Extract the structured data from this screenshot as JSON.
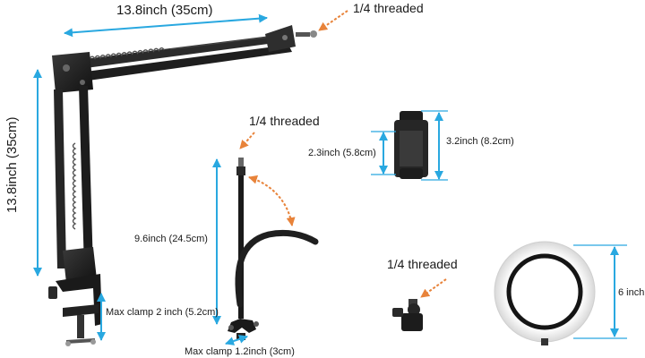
{
  "labels": {
    "arm_width": "13.8inch (35cm)",
    "arm_height": "13.8inch (35cm)",
    "thread_top": "1/4 threaded",
    "thread_gooseneck": "1/4 threaded",
    "thread_ballhead": "1/4 threaded",
    "gooseneck_height": "9.6inch (24.5cm)",
    "clamp_large": "Max clamp 2 inch (5.2cm)",
    "clamp_small": "Max clamp 1.2inch (3cm)",
    "phone_clip_inner": "2.3inch (5.8cm)",
    "phone_clip_outer": "3.2inch (8.2cm)",
    "ring_light": "6 inch"
  },
  "colors": {
    "dimension_arrow": "#29a8e0",
    "pointer_arrow": "#e8833a",
    "metal": "#222222",
    "ring_glow": "#f2f2f2"
  }
}
